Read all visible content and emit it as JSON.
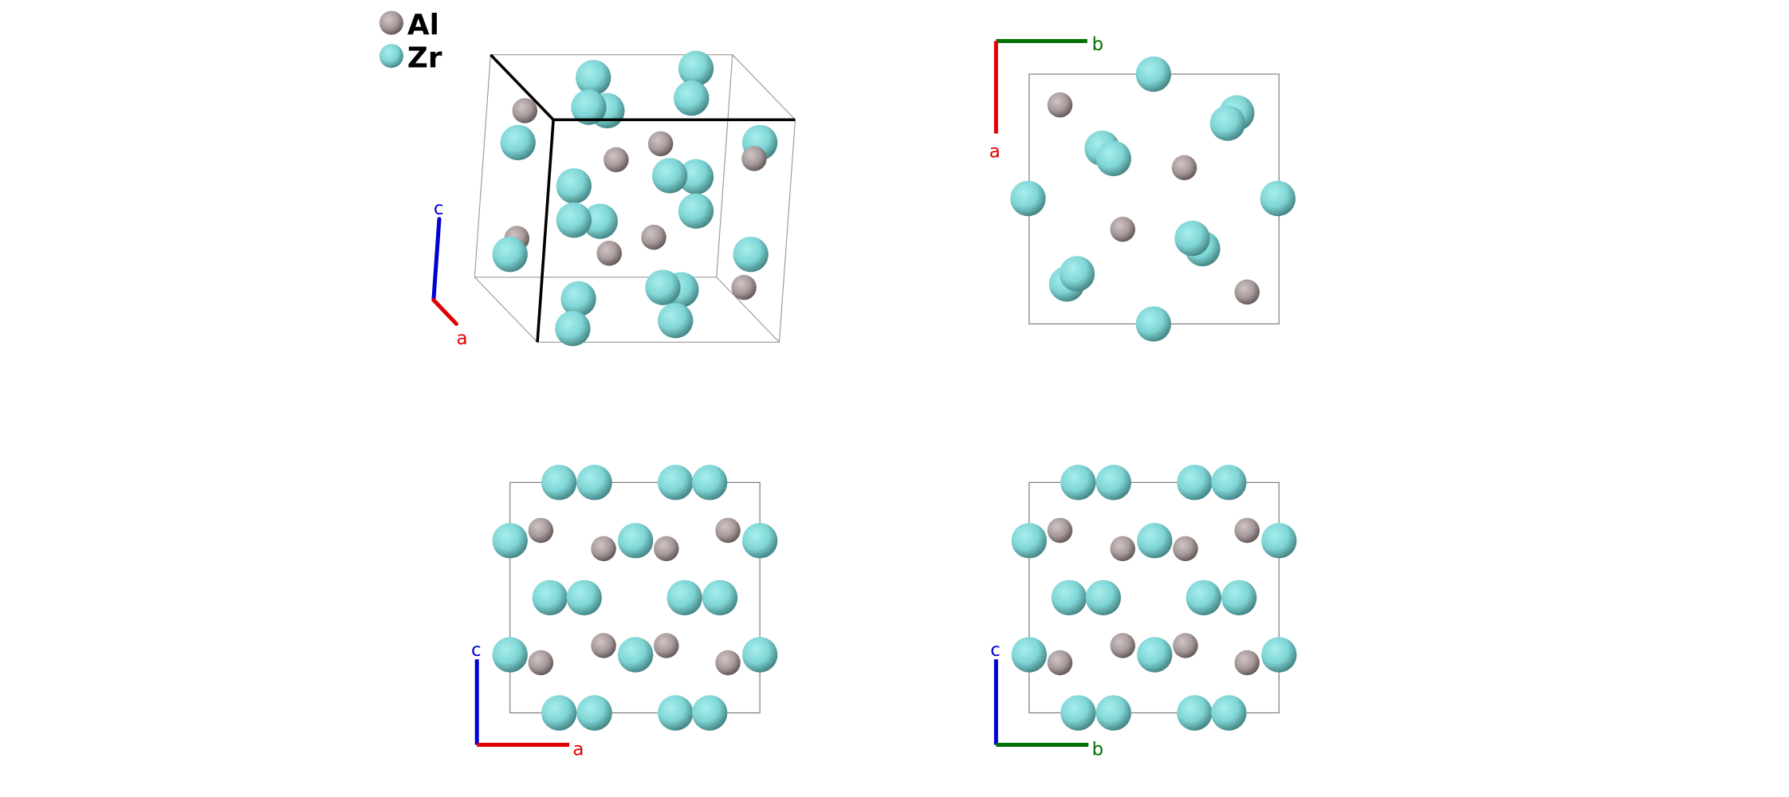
{
  "legend": {
    "items": [
      {
        "element": "Al",
        "label": "Al",
        "color": "#a89a9a"
      },
      {
        "element": "Zr",
        "label": "Zr",
        "color": "#7fd5d5"
      }
    ]
  },
  "axes": {
    "a": {
      "label": "a",
      "color": "#e00000"
    },
    "b": {
      "label": "b",
      "color": "#007000"
    },
    "c": {
      "label": "c",
      "color": "#0000d0"
    }
  },
  "views": [
    {
      "name": "perspective",
      "axis_labels": [
        "c",
        "a"
      ]
    },
    {
      "name": "projection-ab",
      "axis_labels": [
        "b",
        "a"
      ]
    },
    {
      "name": "projection-ac",
      "axis_labels": [
        "c",
        "a"
      ]
    },
    {
      "name": "projection-bc",
      "axis_labels": [
        "c",
        "b"
      ]
    }
  ]
}
